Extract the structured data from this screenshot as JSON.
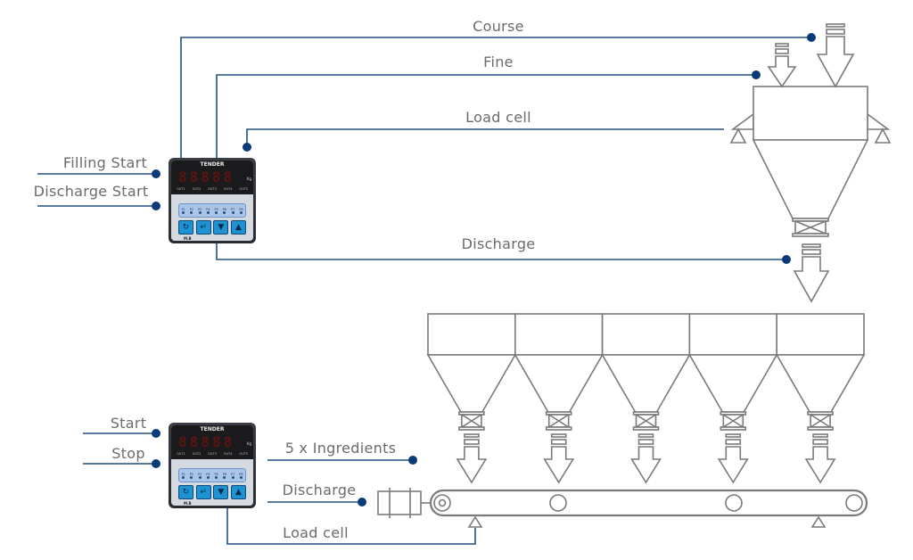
{
  "colors": {
    "wire": "#234f7d",
    "terminal": "#0b3a78",
    "equipment": "#7a7a7a",
    "controller_body": "#cfd3db",
    "display": "#1a1a1a",
    "key": "#1f8fd0"
  },
  "top_section": {
    "inputs": [
      {
        "label": "Filling Start"
      },
      {
        "label": "Discharge Start"
      }
    ],
    "outputs": {
      "course": "Course",
      "fine": "Fine",
      "load_cell": "Load cell",
      "discharge": "Discharge"
    }
  },
  "bottom_section": {
    "inputs": [
      {
        "label": "Start"
      },
      {
        "label": "Stop"
      }
    ],
    "outputs": {
      "ingredients": "5 x Ingredients",
      "discharge": "Discharge",
      "load_cell": "Load cell"
    }
  },
  "controller": {
    "brand": "TENDER",
    "outputs": [
      "OUT1",
      "OUT2",
      "OUT3",
      "OUT4",
      "OUT5"
    ],
    "leds": [
      "P1",
      "P2",
      "P3",
      "P4",
      "P5",
      "P6",
      "P7",
      "P8"
    ],
    "unit": "Kg",
    "model": "M.B"
  }
}
